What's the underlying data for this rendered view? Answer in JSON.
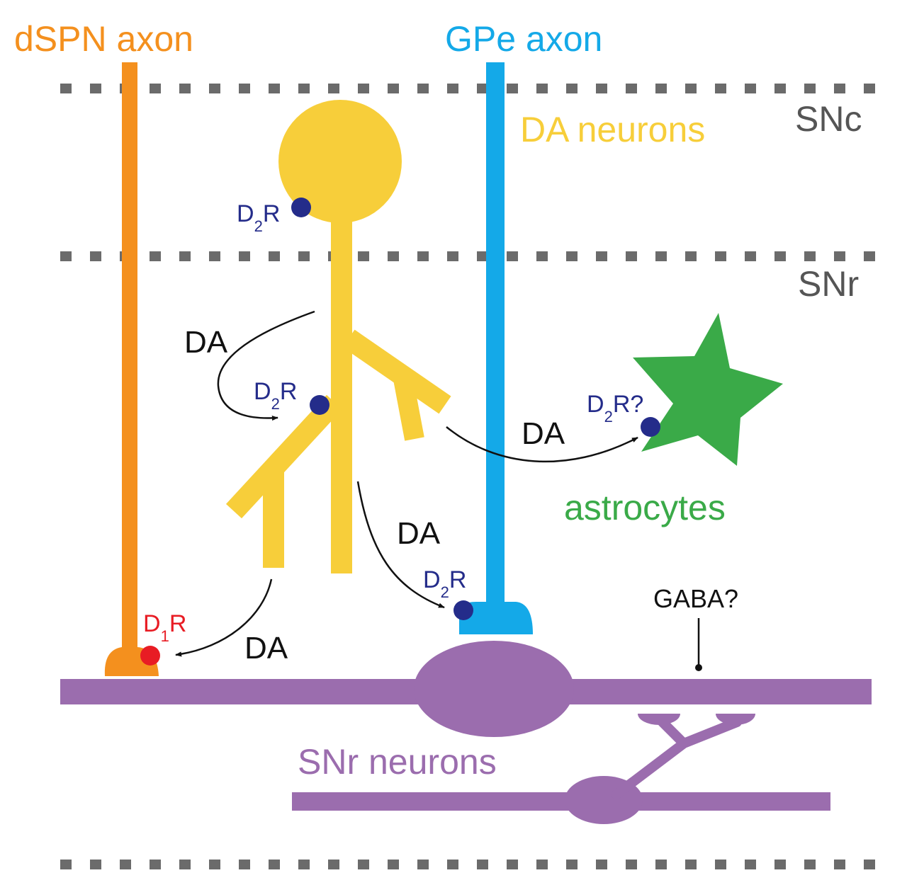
{
  "colors": {
    "dspn": "#F4901E",
    "gpe": "#14A9E8",
    "da": "#F7CE3A",
    "astro": "#3AAA48",
    "snr": "#9B6DAE",
    "receptor_d2": "#242C8A",
    "receptor_d1": "#E81C24",
    "boundary": "#6B6B6B",
    "text": "#111111"
  },
  "labels": {
    "dspn_axon": "dSPN axon",
    "gpe_axon": "GPe axon",
    "da_neurons": "DA neurons",
    "snc": "SNc",
    "snr_region": "SNr",
    "astrocytes": "astrocytes",
    "snr_neurons": "SNr neurons",
    "gaba": "GABA?"
  },
  "receptors": {
    "d2_soma": {
      "main": "D",
      "sub": "2",
      "tail": "R"
    },
    "d2_dendrite": {
      "main": "D",
      "sub": "2",
      "tail": "R"
    },
    "d2_astro": {
      "main": "D",
      "sub": "2",
      "tail": "R?"
    },
    "d2_gpe": {
      "main": "D",
      "sub": "2",
      "tail": "R"
    },
    "d1_dspn": {
      "main": "D",
      "sub": "1",
      "tail": "R"
    }
  },
  "arrows": {
    "da_dendrite": "DA",
    "da_astro": "DA",
    "da_gpe": "DA",
    "da_dspn": "DA"
  },
  "icons": {
    "arrowhead": "arrowhead-marker",
    "gaba_pointer": "dot-pointer-icon"
  }
}
